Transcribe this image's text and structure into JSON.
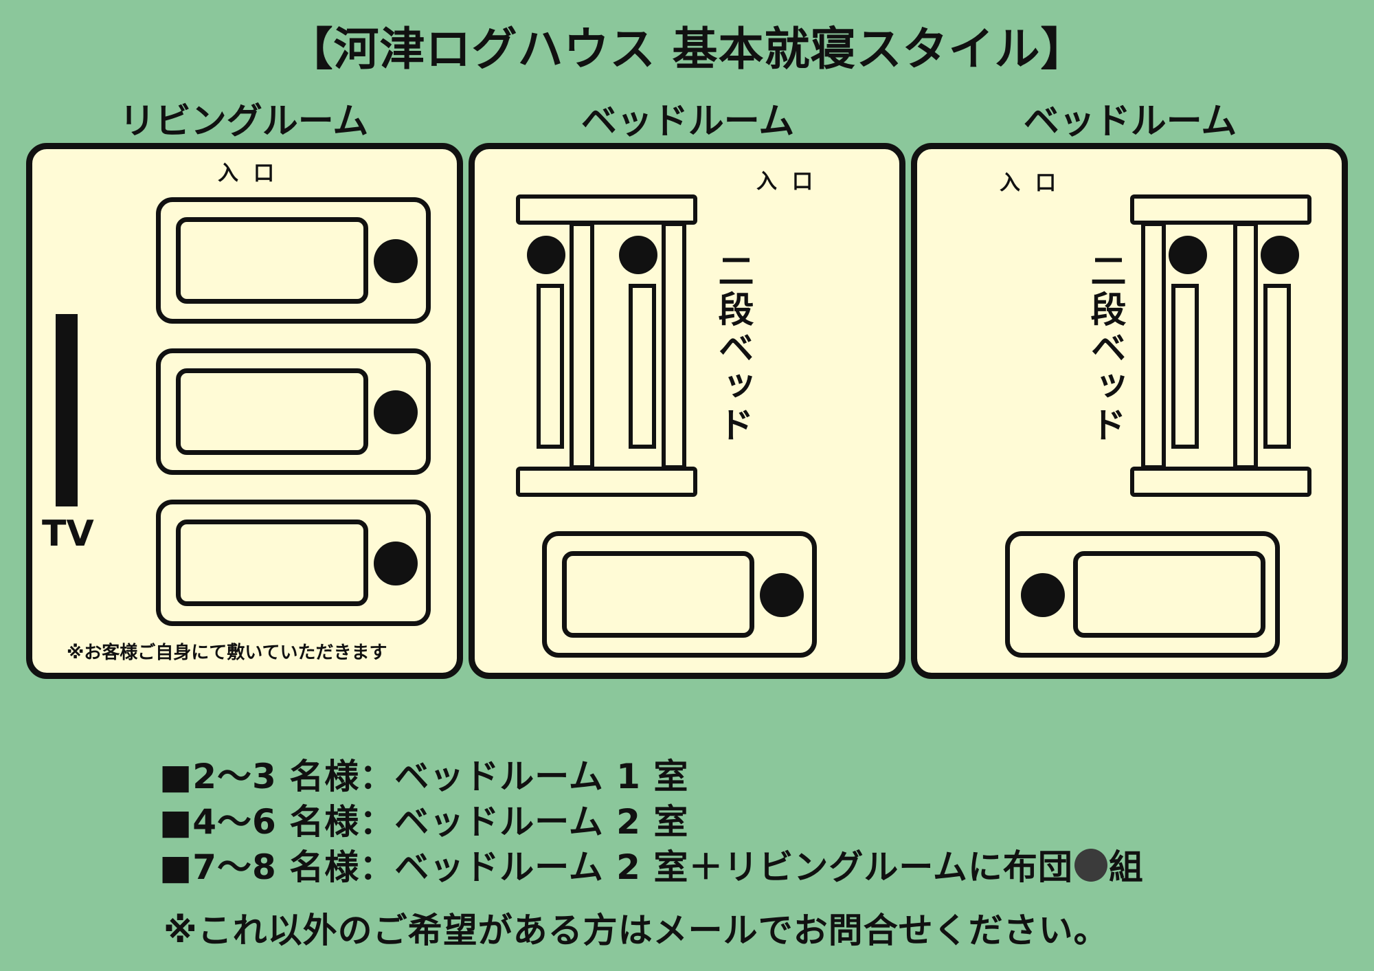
{
  "title": "【河津ログハウス 基本就寝スタイル】",
  "rooms": {
    "living": {
      "label": "リビングルーム",
      "entrance": "入口",
      "tv": "TV",
      "note": "※お客様ご自身にて敷いていただきます"
    },
    "bed1": {
      "label": "ベッドルーム",
      "entrance": "入口",
      "bunk": "二段ベッド"
    },
    "bed2": {
      "label": "ベッドルーム",
      "entrance": "入口",
      "bunk": "二段ベッド"
    }
  },
  "info": {
    "line1": "■2〜3 名様：ベッドルーム 1 室",
    "line2": "■4〜6 名様：ベッドルーム 2 室",
    "line3_before": "■7〜8 名様：ベッドルーム 2 室＋リビングルームに布団",
    "line3_after": "組",
    "note": "※これ以外のご希望がある方はメールでお問合せください。"
  },
  "colors": {
    "background": "#8bc79b",
    "room_fill": "#fffbd6",
    "outline": "#111111",
    "gray_dot": "#3b3b3b"
  }
}
